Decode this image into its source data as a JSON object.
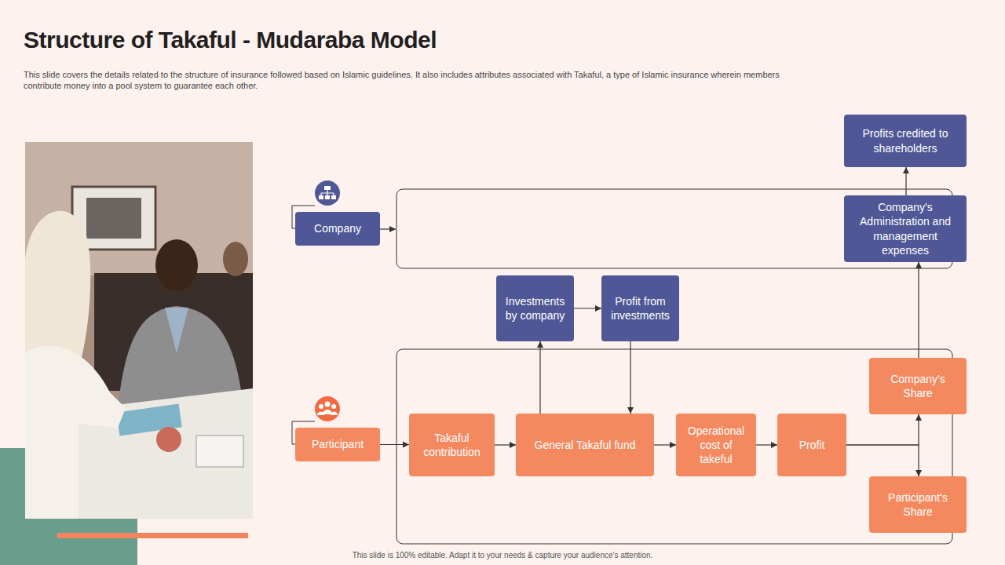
{
  "diagram": {
    "title": "Structure of Takaful - Mudaraba Model",
    "caption": "This slide covers the details related to the structure of insurance followed based on Islamic guidelines. It also includes attributes associated with Takaful, a type of Islamic insurance wherein members contribute money into a pool system to guarantee each other.",
    "nodes": [
      {
        "text": [
          "Profits credited to shareholders"
        ]
      },
      {
        "text": [
          "Company"
        ]
      },
      {
        "text": [
          "Company's Administration and management expenses"
        ]
      },
      {
        "text": [
          "Investments by company"
        ]
      },
      {
        "text": [
          "Profit from investments"
        ]
      },
      {
        "text": [
          "Company's Share"
        ]
      },
      {
        "text": [
          "Participant"
        ]
      },
      {
        "text": [
          "Takaful contribution"
        ]
      },
      {
        "text": [
          "General Takaful fund"
        ]
      },
      {
        "text": [
          "Operational cost of takeful"
        ]
      },
      {
        "text": [
          "Profit"
        ]
      },
      {
        "text": [
          "Participant's Share"
        ]
      }
    ],
    "edges": [
      {
        "from": 2,
        "to": 0,
        "arrow": "to"
      },
      {
        "from": 3,
        "to": 4,
        "arrow": "to"
      },
      {
        "from": 8,
        "to": 3,
        "arrow": "to"
      },
      {
        "from": 4,
        "to": 8,
        "arrow": "to"
      },
      {
        "from": 5,
        "to": 2,
        "arrow": "to"
      },
      {
        "from": 6,
        "to": 7,
        "arrow": "to"
      },
      {
        "from": 7,
        "to": 8,
        "arrow": "to"
      },
      {
        "from": 8,
        "to": 9,
        "arrow": "to"
      },
      {
        "from": 9,
        "to": 10,
        "arrow": "to"
      },
      {
        "from": 10,
        "to": 5,
        "arrow": "to"
      },
      {
        "from": 10,
        "to": 11,
        "arrow": "to"
      }
    ],
    "labels": [
      "This slide is 100% editable. Adapt it to your needs & capture your audience's attention."
    ]
  }
}
